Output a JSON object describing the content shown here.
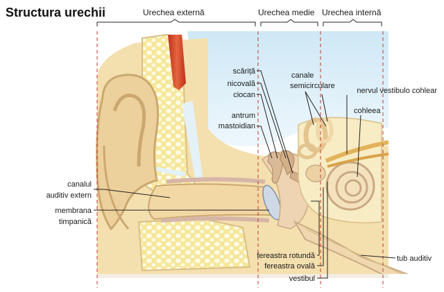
{
  "title": "Structura urechii",
  "sections": {
    "external": "Urechea externă",
    "middle": "Urechea medie",
    "internal": "Urechea internă"
  },
  "labels": {
    "scarita": "scăriță",
    "nicovala": "nicovală",
    "ciocan": "ciocan",
    "antrum_1": "antrum",
    "antrum_2": "mastoidian",
    "canale_1": "canale",
    "canale_2": "semicirculare",
    "nerv": "nervul vestibulo cohlear",
    "cohleea": "cohleea",
    "canal_1": "canalul",
    "canal_2": "auditiv extern",
    "membrana_1": "membrana",
    "membrana_2": "timpanică",
    "fereastra_rotunda": "fereastra rotundă",
    "fereastra_ovala": "fereastra ovală",
    "vestibul": "vestibul",
    "tub": "tub auditiv"
  },
  "colors": {
    "skin": "#f4dfae",
    "skin_dark": "#d8bf86",
    "bone": "#fbf2b3",
    "bone_dot": "#fffbe6",
    "membrane_pink": "#d7b6a8",
    "muscle": "#d4462c",
    "sky": "#cfe8f6",
    "guide": "#c0392b"
  }
}
